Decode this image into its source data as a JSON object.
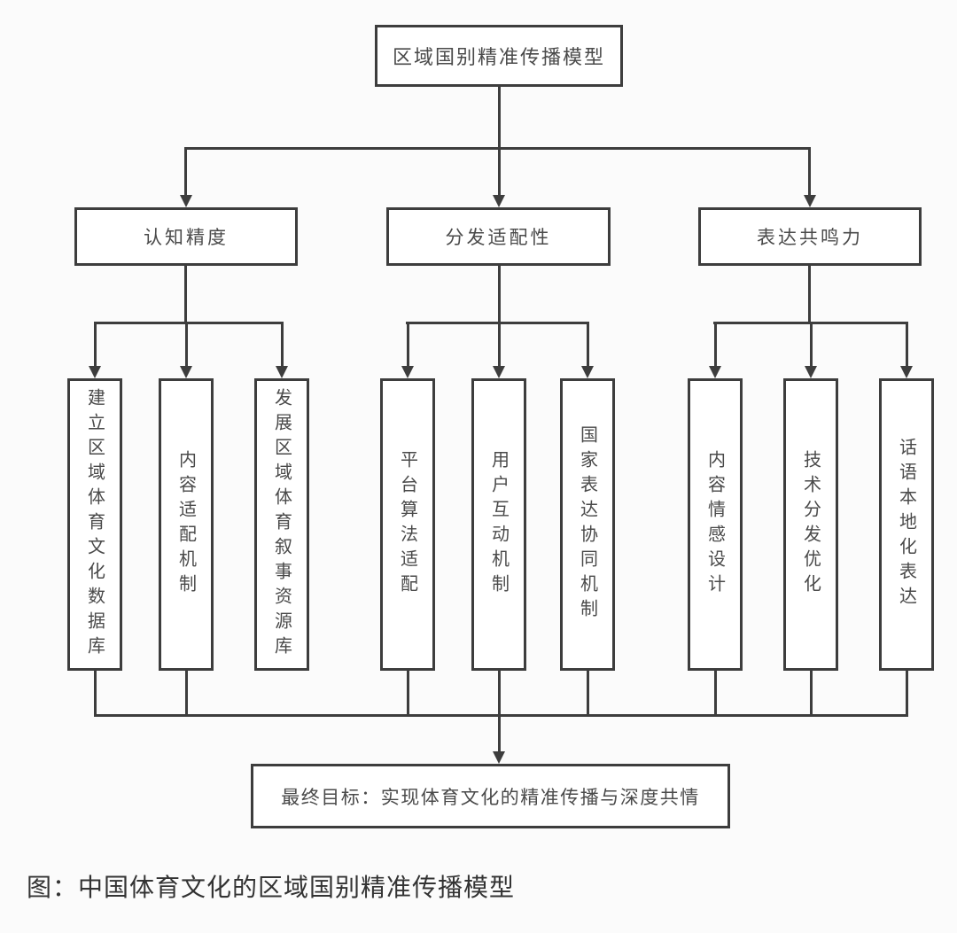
{
  "colors": {
    "line": "#3d3d3d",
    "text": "#4a4a4a",
    "caption": "#333333",
    "bg": "#fbfbfb",
    "box_bg": "#ffffff"
  },
  "diagram": {
    "root": {
      "label": "区域国别精准传播模型"
    },
    "branches": [
      {
        "label": "认知精度",
        "children": [
          "建立区域体育文化数据库",
          "内容适配机制",
          "发展区域体育叙事资源库"
        ]
      },
      {
        "label": "分发适配性",
        "children": [
          "平台算法适配",
          "用户互动机制",
          "国家表达协同机制"
        ]
      },
      {
        "label": "表达共鸣力",
        "children": [
          "内容情感设计",
          "技术分发优化",
          "话语本地化表达"
        ]
      }
    ],
    "goal": {
      "label": "最终目标：实现体育文化的精准传播与深度共情"
    },
    "caption": "图：中国体育文化的区域国别精准传播模型"
  }
}
